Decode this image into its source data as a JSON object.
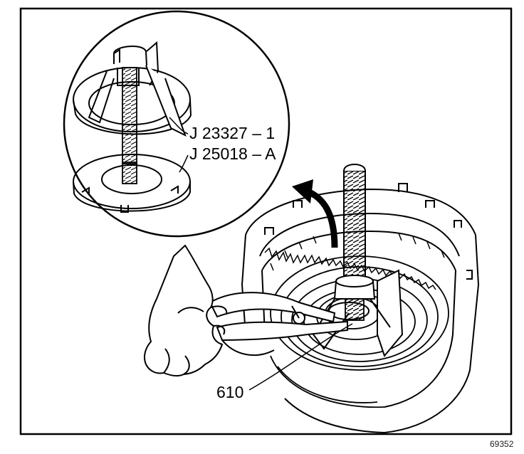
{
  "labels": {
    "tool_1": "J 23327 – 1",
    "tool_2": "J 25018 – A",
    "part": "610",
    "figure_id": "69352"
  },
  "colors": {
    "line": "#000000",
    "paper": "#ffffff"
  }
}
